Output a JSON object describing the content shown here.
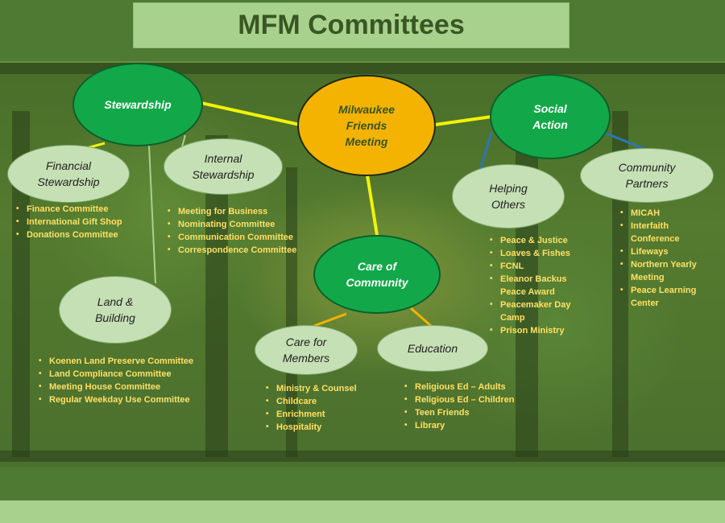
{
  "header": {
    "title": "MFM Committees"
  },
  "colors": {
    "dark_node": "#12a84a",
    "light_node": "#c5e0b4",
    "root_node": "#f5b301",
    "main_link": "#f2f20a",
    "helping_link": "#2e75b6",
    "light_link": "#a9d18e",
    "list_text": "#ffe066"
  },
  "nodes": {
    "root": "Milwaukee\nFriends\nMeeting",
    "stewardship": "Stewardship",
    "social_action": "Social\nAction",
    "care_of_community": "Care of\nCommunity",
    "financial_stewardship": "Financial\nStewardship",
    "internal_stewardship": "Internal\nStewardship",
    "land_building": "Land &\nBuilding",
    "helping_others": "Helping\nOthers",
    "community_partners": "Community\nPartners",
    "care_for_members": "Care for\nMembers",
    "education": "Education"
  },
  "lists": {
    "financial": [
      "Finance Committee",
      "International Gift Shop",
      "Donations Committee"
    ],
    "internal": [
      "Meeting for Business",
      "Nominating Committee",
      "Communication Committee",
      "Correspondence Committee"
    ],
    "land": [
      "Koenen Land Preserve Committee",
      "Land Compliance Committee",
      "Meeting House Committee",
      "Regular Weekday Use Committee"
    ],
    "helping": [
      "Peace & Justice",
      "Loaves & Fishes",
      "FCNL",
      "Eleanor Backus Peace Award",
      "Peacemaker Day Camp",
      "Prison Ministry"
    ],
    "partners": [
      "MICAH",
      "Interfaith Conference",
      "Lifeways",
      "Northern Yearly Meeting",
      "Peace Learning Center"
    ],
    "members": [
      "Ministry & Counsel",
      "Childcare",
      "Enrichment",
      "Hospitality"
    ],
    "education": [
      "Religious Ed – Adults",
      "Religious Ed – Children",
      "Teen Friends",
      "Library"
    ]
  }
}
